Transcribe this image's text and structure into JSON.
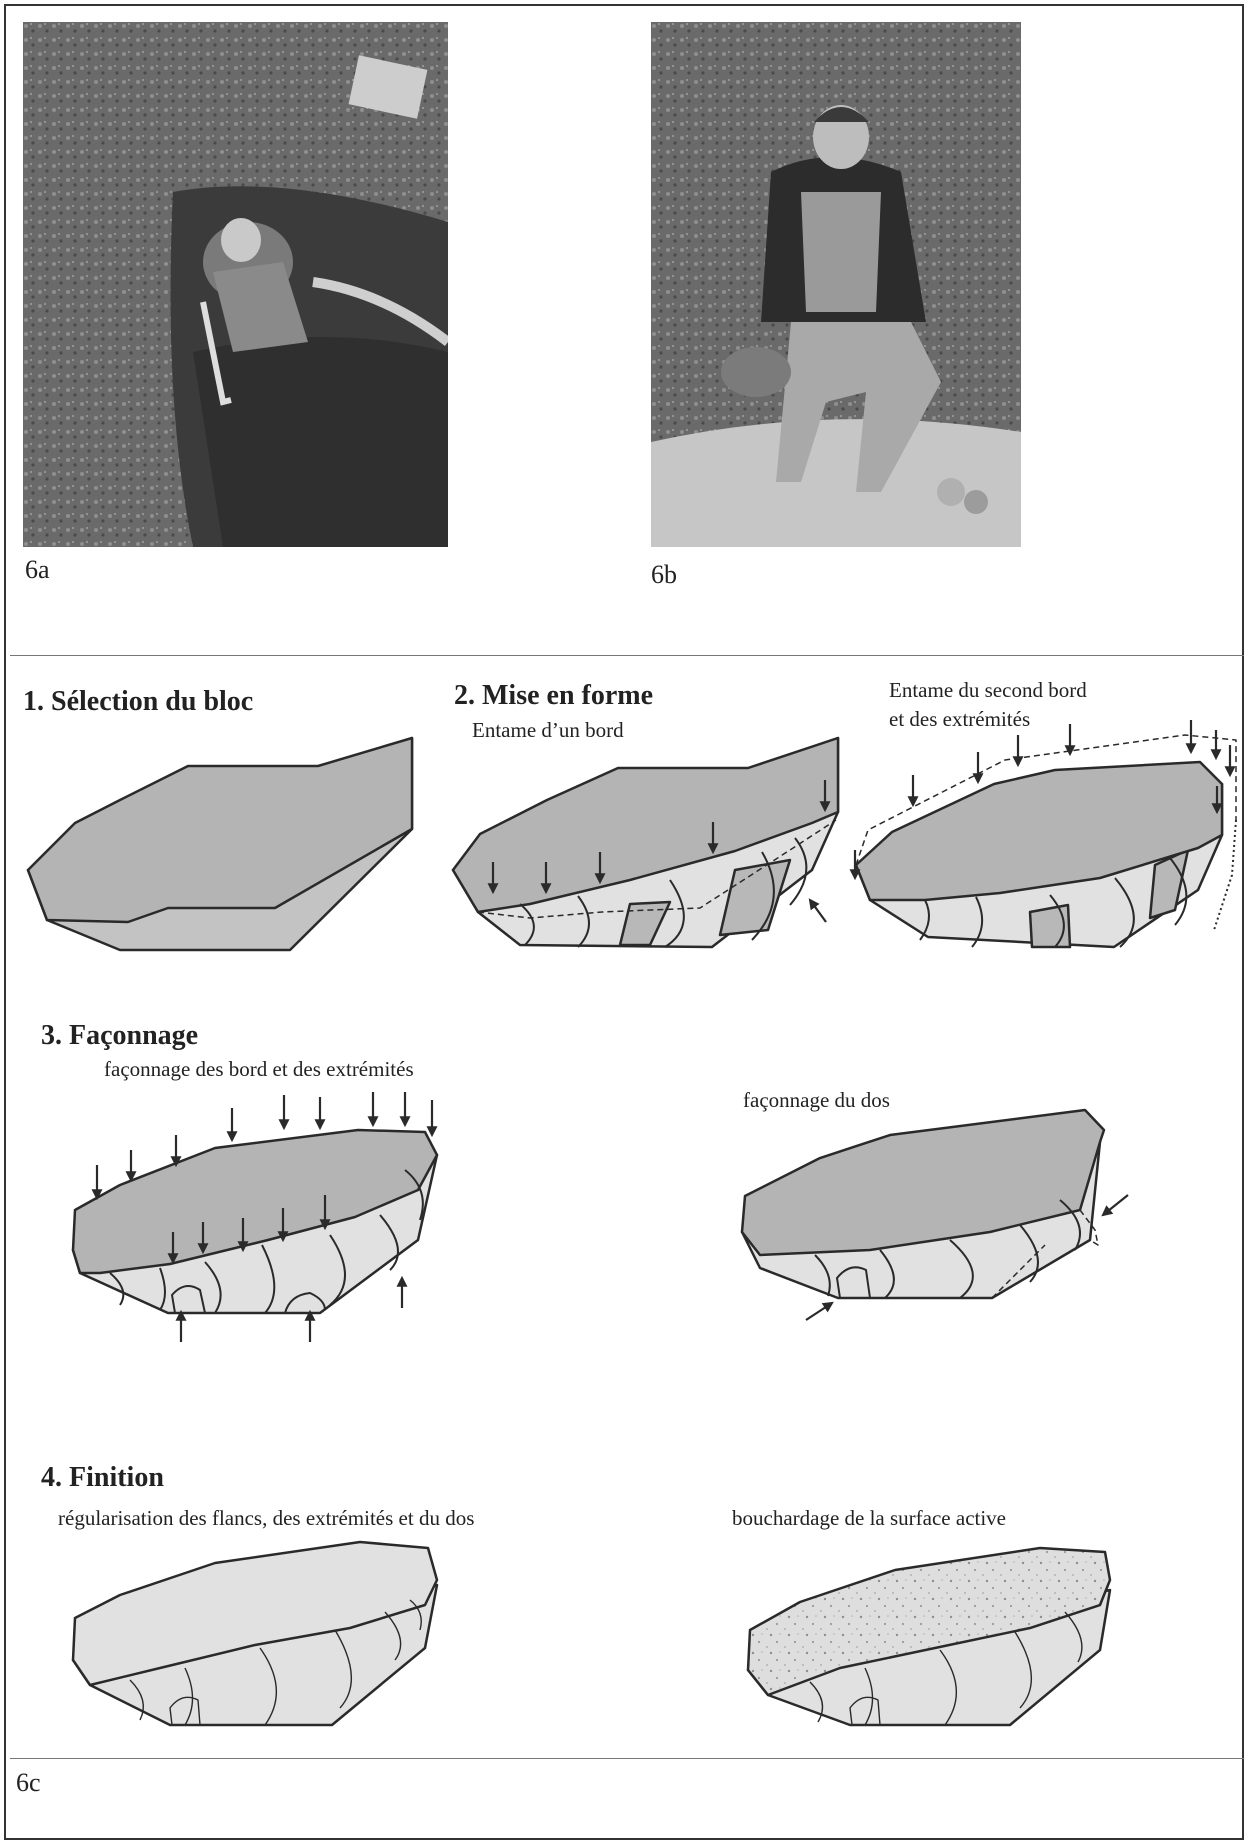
{
  "figure": {
    "labels": {
      "a": "6a",
      "b": "6b",
      "c": "6c"
    },
    "steps": {
      "s1_title": "1. Sélection du bloc",
      "s2_title": "2. Mise en forme",
      "s2_sub1": "Entame d’un bord",
      "s2_sub2_line1": "Entame du second bord",
      "s2_sub2_line2": "et des extrémités",
      "s3_title": "3. Façonnage",
      "s3_sub1": "façonnage des bord et des extrémités",
      "s3_sub2": "façonnage du dos",
      "s4_title": "4. Finition",
      "s4_sub1": "régularisation des flancs, des extrémités et du dos",
      "s4_sub2": "bouchardage de la surface active"
    },
    "colors": {
      "block_top": "#b4b4b4",
      "block_side": "#c3c3c3",
      "flake_scar": "#e1e1e1",
      "outline": "#2a2a2a"
    }
  }
}
